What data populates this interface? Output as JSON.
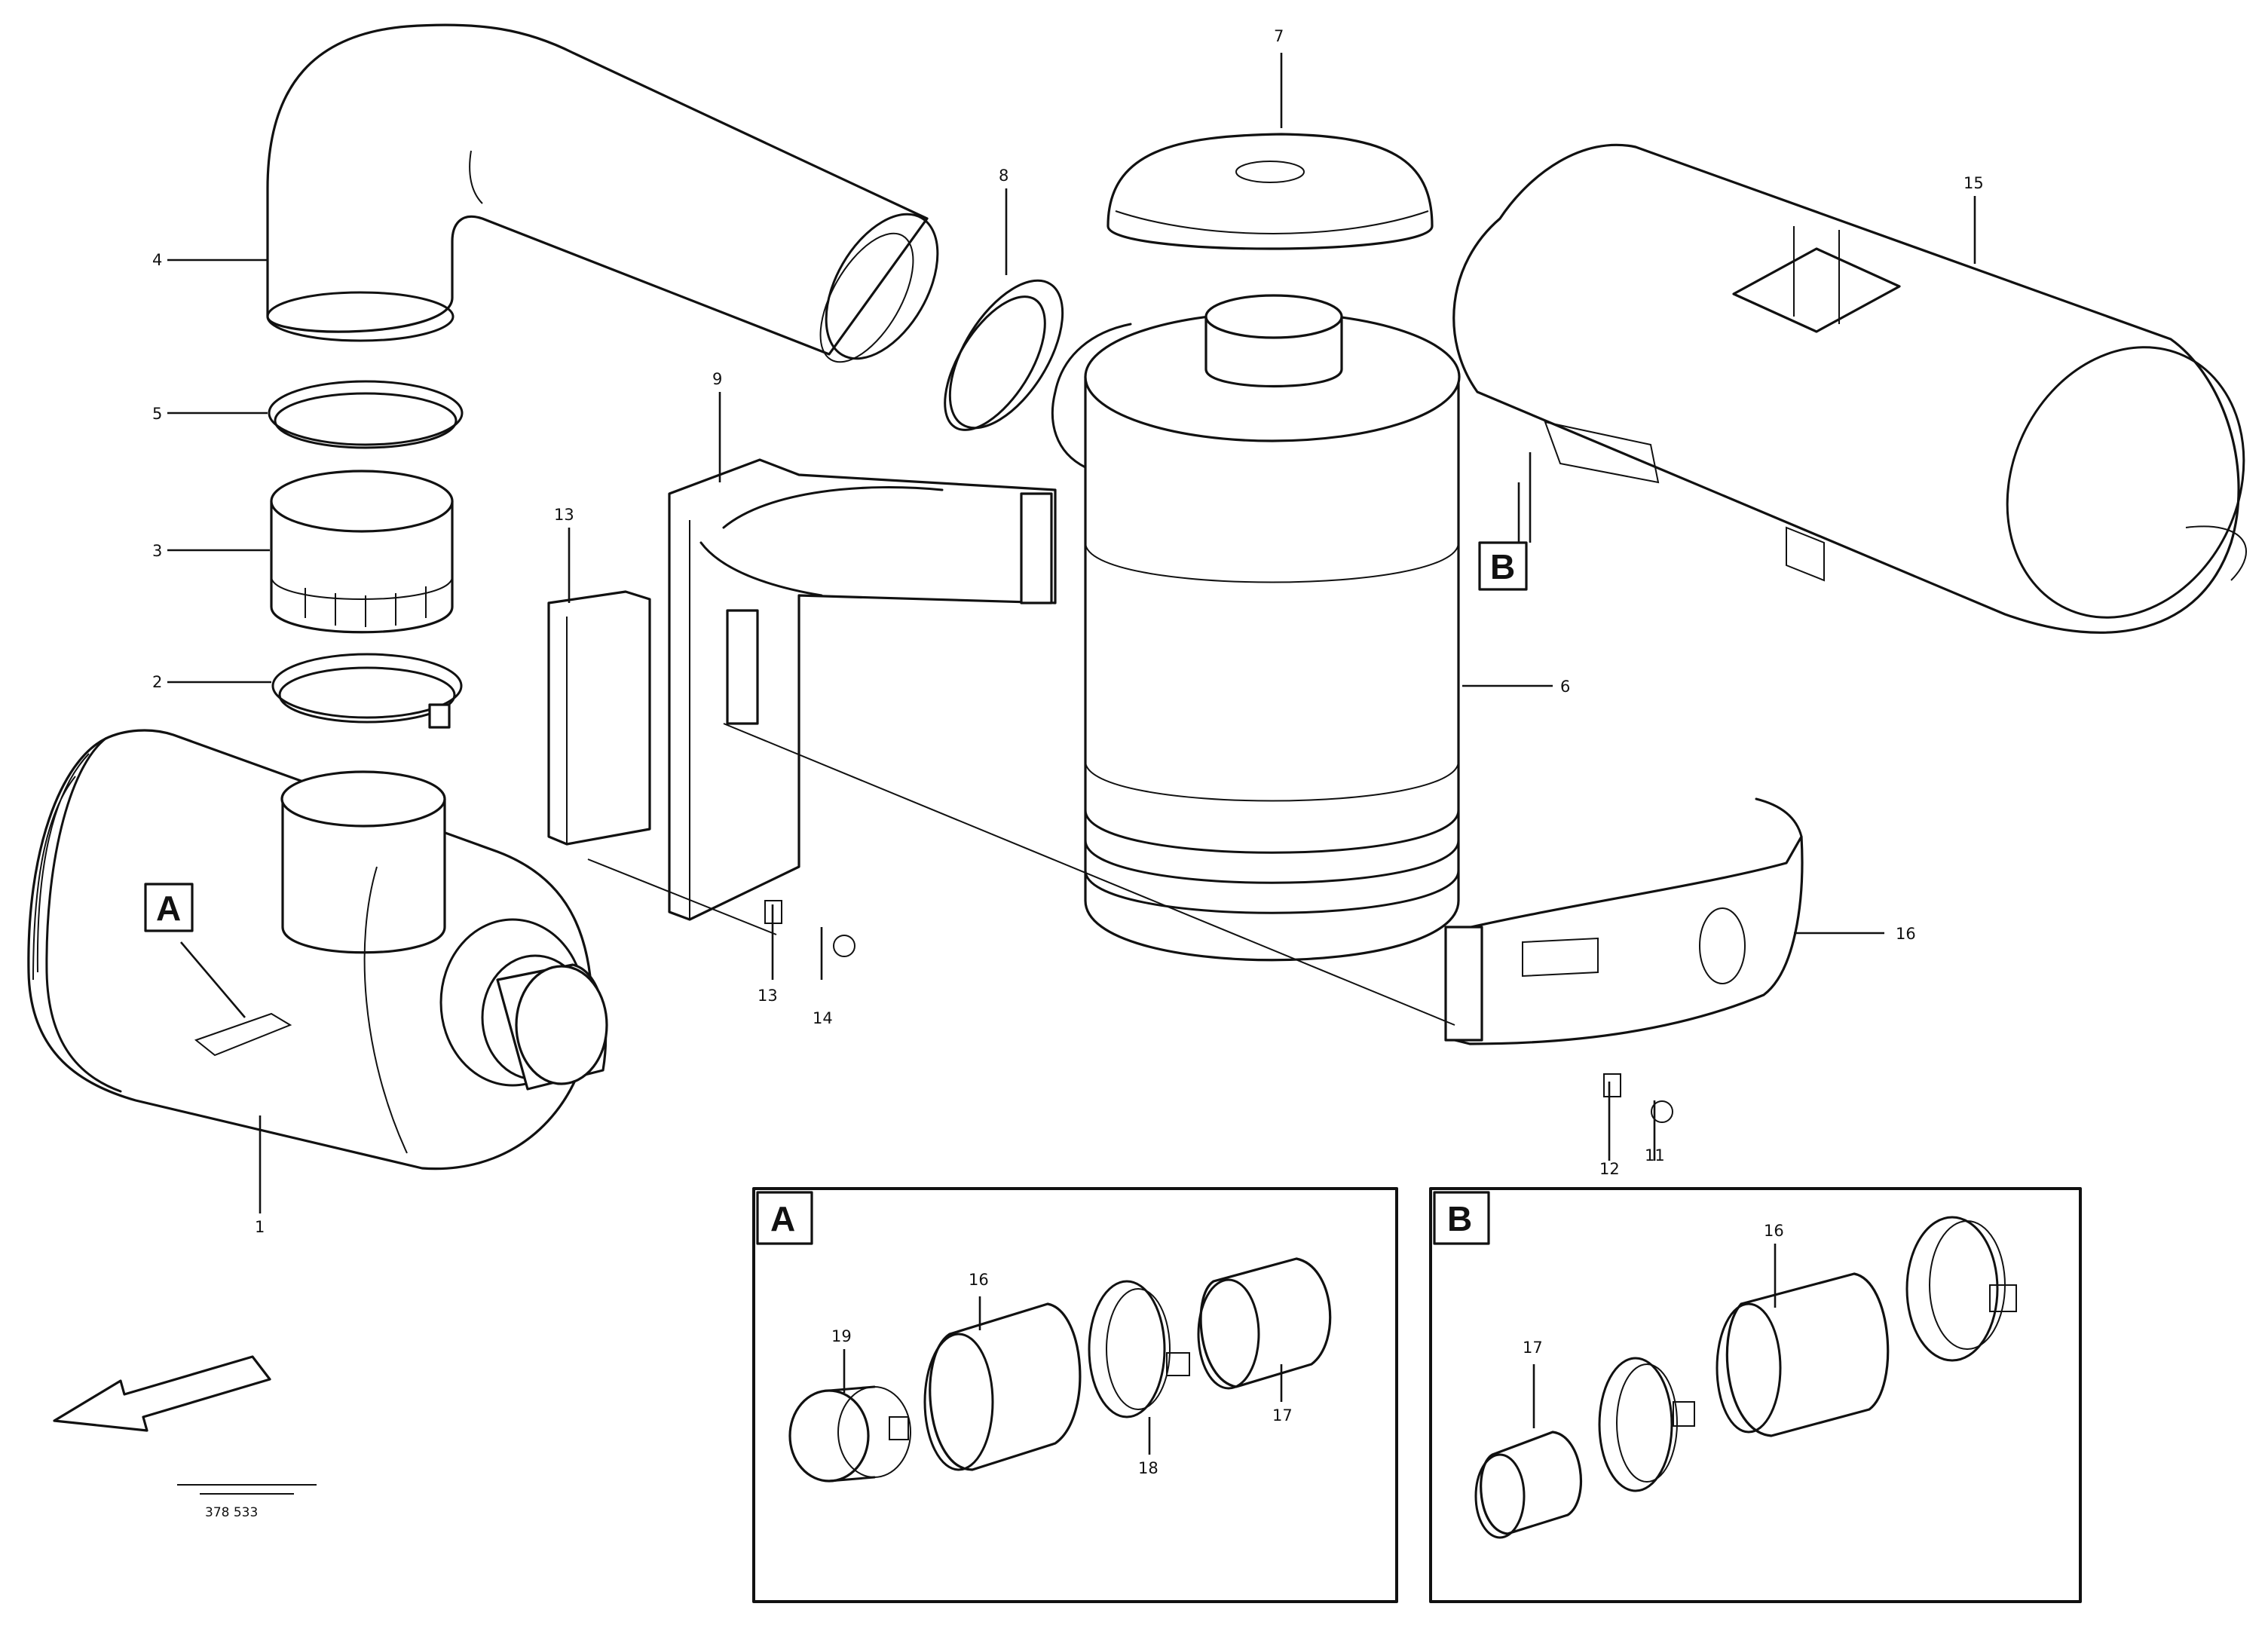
{
  "diagram": {
    "part_numbers": {
      "p1": "1",
      "p2": "2",
      "p3": "3",
      "p4": "4",
      "p5": "5",
      "p6": "6",
      "p7": "7",
      "p8": "8",
      "p9": "9",
      "p11": "11",
      "p13": "13",
      "p14": "14",
      "p15": "15",
      "p16": "16",
      "p17": "17",
      "p18": "18",
      "p19": "19"
    },
    "detail_callouts": {
      "a": "A",
      "b": "B"
    },
    "inset_a_labels": {
      "left": "19",
      "middle": "16",
      "ring": "18",
      "cap": "17"
    },
    "inset_b_labels": {
      "end": "17",
      "sleeve": "16"
    },
    "drawing_code": "378 533"
  }
}
